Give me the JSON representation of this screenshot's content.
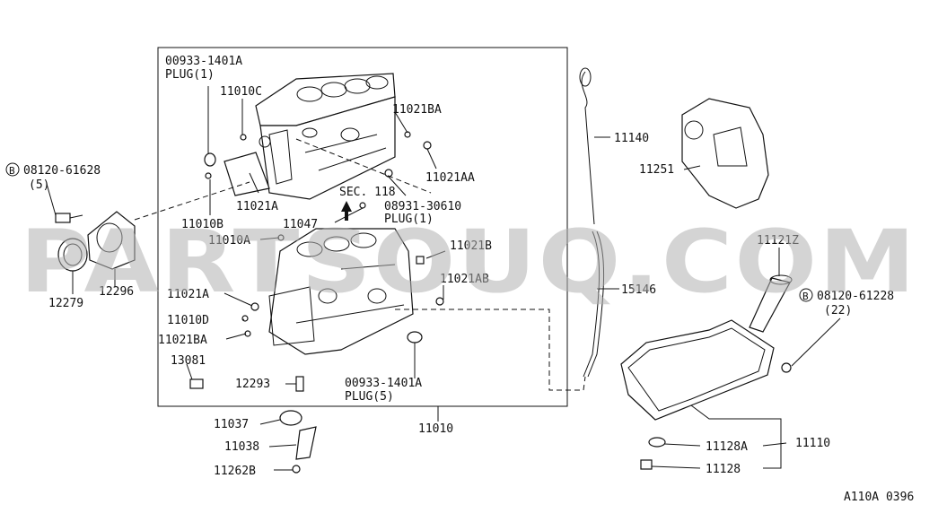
{
  "watermark": "PARTSOUQ.COM",
  "diagram_code": "A110A 0396",
  "labels": {
    "plug_1401a_top_num": "00933-1401A",
    "plug_1401a_top_qty": "PLUG(1)",
    "l11010c": "11010C",
    "l11021ba_top": "11021BA",
    "l08120_61628": "08120-61628",
    "l08120_61628_qty": "(5)",
    "l11021aa": "11021AA",
    "sec118": "SEC. 118",
    "l08931_30610": "08931-30610",
    "l08931_qty": "PLUG(1)",
    "l11021a_top": "11021A",
    "l11010b": "11010B",
    "l11047": "11047",
    "l11010a": "11010A",
    "l11021b": "11021B",
    "l11021ab": "11021AB",
    "l11021a_mid": "11021A",
    "l11010d": "11010D",
    "l11021ba_mid": "11021BA",
    "l13081": "13081",
    "l12293": "12293",
    "plug_1401a_bot_num": "00933-1401A",
    "plug_1401a_bot_qty": "PLUG(5)",
    "l11010": "11010",
    "l11037": "11037",
    "l11038": "11038",
    "l11262b": "11262B",
    "l12279": "12279",
    "l12296": "12296",
    "l11140": "11140",
    "l11251": "11251",
    "l11121z": "11121Z",
    "l08120_61228": "08120-61228",
    "l08120_61228_qty": "(22)",
    "l15146": "15146",
    "l11128a": "11128A",
    "l11128": "11128",
    "l11110": "11110",
    "bolt_marker_b": "B"
  }
}
